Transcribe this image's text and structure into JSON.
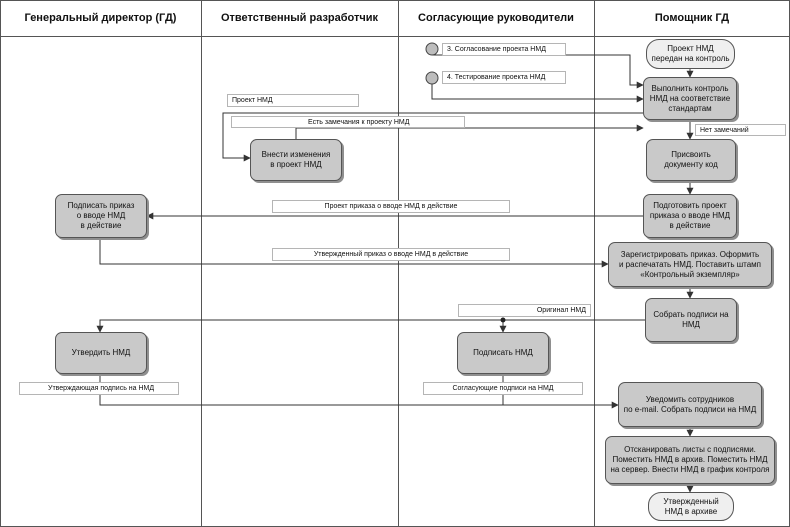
{
  "lanes": [
    "Генеральный директор (ГД)",
    "Ответственный разработчик",
    "Согласующие руководители",
    "Помощник ГД"
  ],
  "nodes": {
    "start": "Проект НМД\nпередан на контроль",
    "check": "Выполнить контроль\nНМД на соответствие\nстандартам",
    "changes": "Внести изменения\nв проект НМД",
    "assign_code": "Присвоить\nдокументу код",
    "prepare_order": "Подготовить проект\nприказа о вводе НМД\nв действие",
    "sign_order": "Подписать приказ\nо вводе НМД\nв действие",
    "register_order": "Зарегистрировать приказ. Оформить\nи распечатать НМД. Поставить штамп\n«Контрольный экземпляр»",
    "collect_signatures": "Собрать подписи на\nНМД",
    "approve": "Утвердить НМД",
    "sign_nmd": "Подписать НМД",
    "notify": "Уведомить сотрудников\nпо e-mail. Собрать подписи на НМД",
    "scan": "Отсканировать листы с подписями.\nПоместить НМД в архив. Поместить НМД\nна сервер. Внести НМД в график контроля",
    "end": "Утвержденный\nНМД в архиве"
  },
  "labels": {
    "approval": "3. Согласование проекта НМД",
    "testing": "4. Тестирование проекта НМД",
    "draft": "Проект НМД",
    "remarks": "Есть замечания к проекту НМД",
    "no_remarks": "Нет замечаний",
    "draft_order": "Проект приказа о вводе НМД в действие",
    "approved_order": "Утвержденный приказ о вводе НМД в действие",
    "original": "Оригинал НМД",
    "approving_sig": "Утверждающая подпись на НМД",
    "agreeing_sig": "Согласующие подписи на НМД"
  },
  "colors": {
    "box": "#c9c9c9",
    "terminal": "#efefef",
    "line": "#333333",
    "grid": "#555555"
  }
}
